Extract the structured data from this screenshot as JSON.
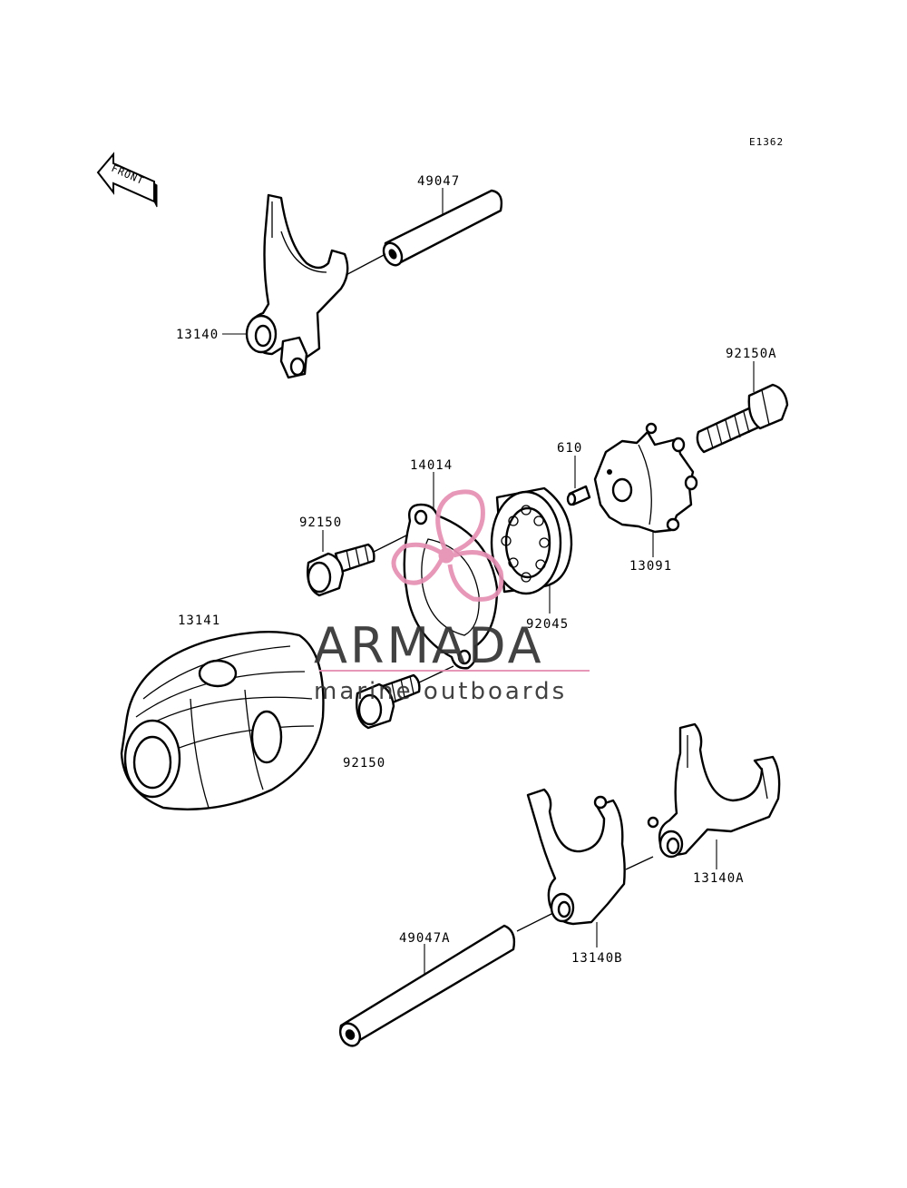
{
  "diagram_id": "E1362",
  "front_label": "FRONT",
  "parts": {
    "p49047": "49047",
    "p13140": "13140",
    "p92150a": "92150A",
    "p610": "610",
    "p14014": "14014",
    "p92150_top": "92150",
    "p13091": "13091",
    "p92045": "92045",
    "p13141": "13141",
    "p92150_bottom": "92150",
    "p13140a": "13140A",
    "p49047a": "49047A",
    "p13140b": "13140B"
  },
  "watermark": {
    "title": "ARMADA",
    "subtitle": "marine outboards",
    "logo_color": "#e58fb3",
    "text_color": "#333333"
  }
}
